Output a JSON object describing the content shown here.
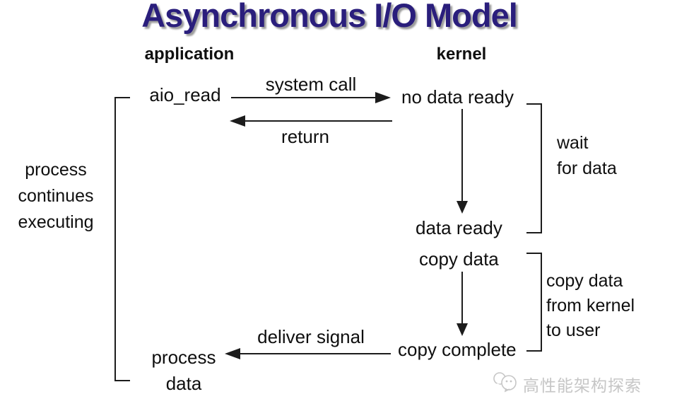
{
  "title": "Asynchronous I/O Model",
  "columns": {
    "left": "application",
    "right": "kernel"
  },
  "nodes": {
    "aio_read": "aio_read",
    "no_data_ready": "no data ready",
    "data_ready": "data ready",
    "copy_data": "copy data",
    "copy_complete": "copy complete",
    "process_data": [
      "process",
      "data"
    ]
  },
  "edges": {
    "system_call": "system call",
    "return": "return",
    "deliver_signal": "deliver signal"
  },
  "side_labels": {
    "process_continues": [
      "process",
      "continues",
      "executing"
    ],
    "wait": [
      "wait",
      "for data"
    ],
    "copy": [
      "copy data",
      "from kernel",
      "to user"
    ]
  },
  "watermark": {
    "text": "高性能架构探索"
  },
  "icons": {
    "watermark": "chat-bubbles-icon"
  },
  "colors": {
    "title": "#2a1e7c",
    "title_shadow": "#9c9c9c",
    "text": "#0f0f0f",
    "line": "#1c1c1c",
    "watermark": "#c6c6c6",
    "background": "#ffffff"
  }
}
